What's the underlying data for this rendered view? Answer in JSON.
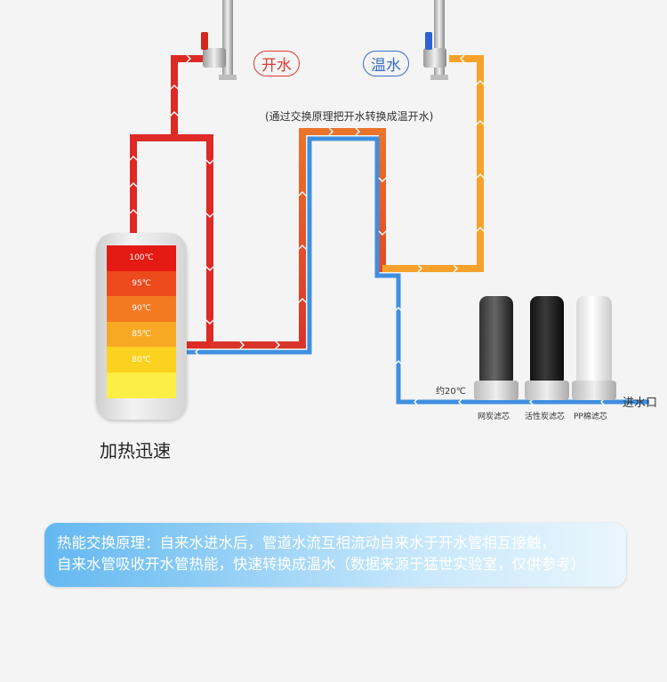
{
  "hot_outlet_label": "开水",
  "warm_outlet_label": "温水",
  "exchange_note": "(通过交换原理把开水转换成温开水)",
  "tank": {
    "levels": [
      "100℃",
      "95℃",
      "90℃",
      "85℃",
      "80℃",
      ""
    ],
    "colors": [
      "#e41b13",
      "#ec4a1c",
      "#f47a22",
      "#f9a826",
      "#fbd21f",
      "#fdee47"
    ]
  },
  "tank_caption": "加热迅速",
  "inlet_temp_label": "约20℃",
  "inlet_label": "进水口",
  "filters": [
    "网炭滤芯",
    "活性炭滤芯",
    "PP棉滤芯"
  ],
  "info_box": {
    "line1": "热能交换原理：自来水进水后，管道水流互相流动自来水于开水管相互接触，",
    "line2": "自来水管吸收开水管热能，快速转换成温水（数据来源于猛世实验室，仅供参考）"
  },
  "colors": {
    "hot_pipe": "#de2a25",
    "mixed_pipe": "#ee7a23",
    "warm_pipe": "#f8a22c",
    "cold_pipe": "#3f8fe0",
    "hot_pill": "#e03a33",
    "warm_pill": "#3a6fc9"
  }
}
